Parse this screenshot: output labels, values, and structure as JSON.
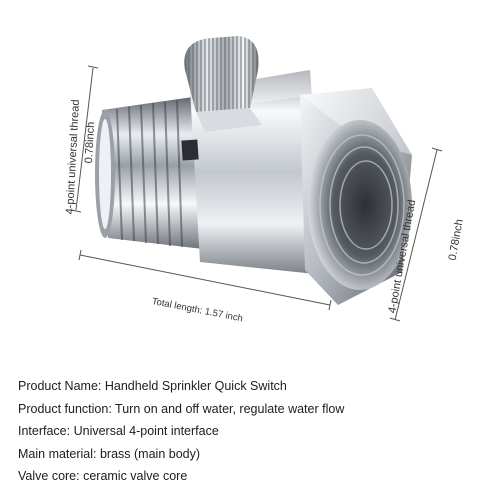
{
  "dimensions": {
    "left_thread_label": "4-point universal thread",
    "left_size_label": "0.78inch",
    "right_thread_label": "4-point universal thread",
    "right_size_label": "0.78inch",
    "total_length_label": "Total length: 1.57 inch"
  },
  "specs": [
    "Product Name: Handheld Sprinkler Quick Switch",
    "Product function: Turn on and off water, regulate water flow",
    "Interface: Universal 4-point interface",
    "Main material: brass (main body)",
    "Valve core: ceramic valve core"
  ],
  "colors": {
    "chrome_light": "#f4f6f8",
    "chrome_mid": "#b9bec4",
    "chrome_dark": "#4a4f56",
    "text": "#1d1d1d"
  }
}
